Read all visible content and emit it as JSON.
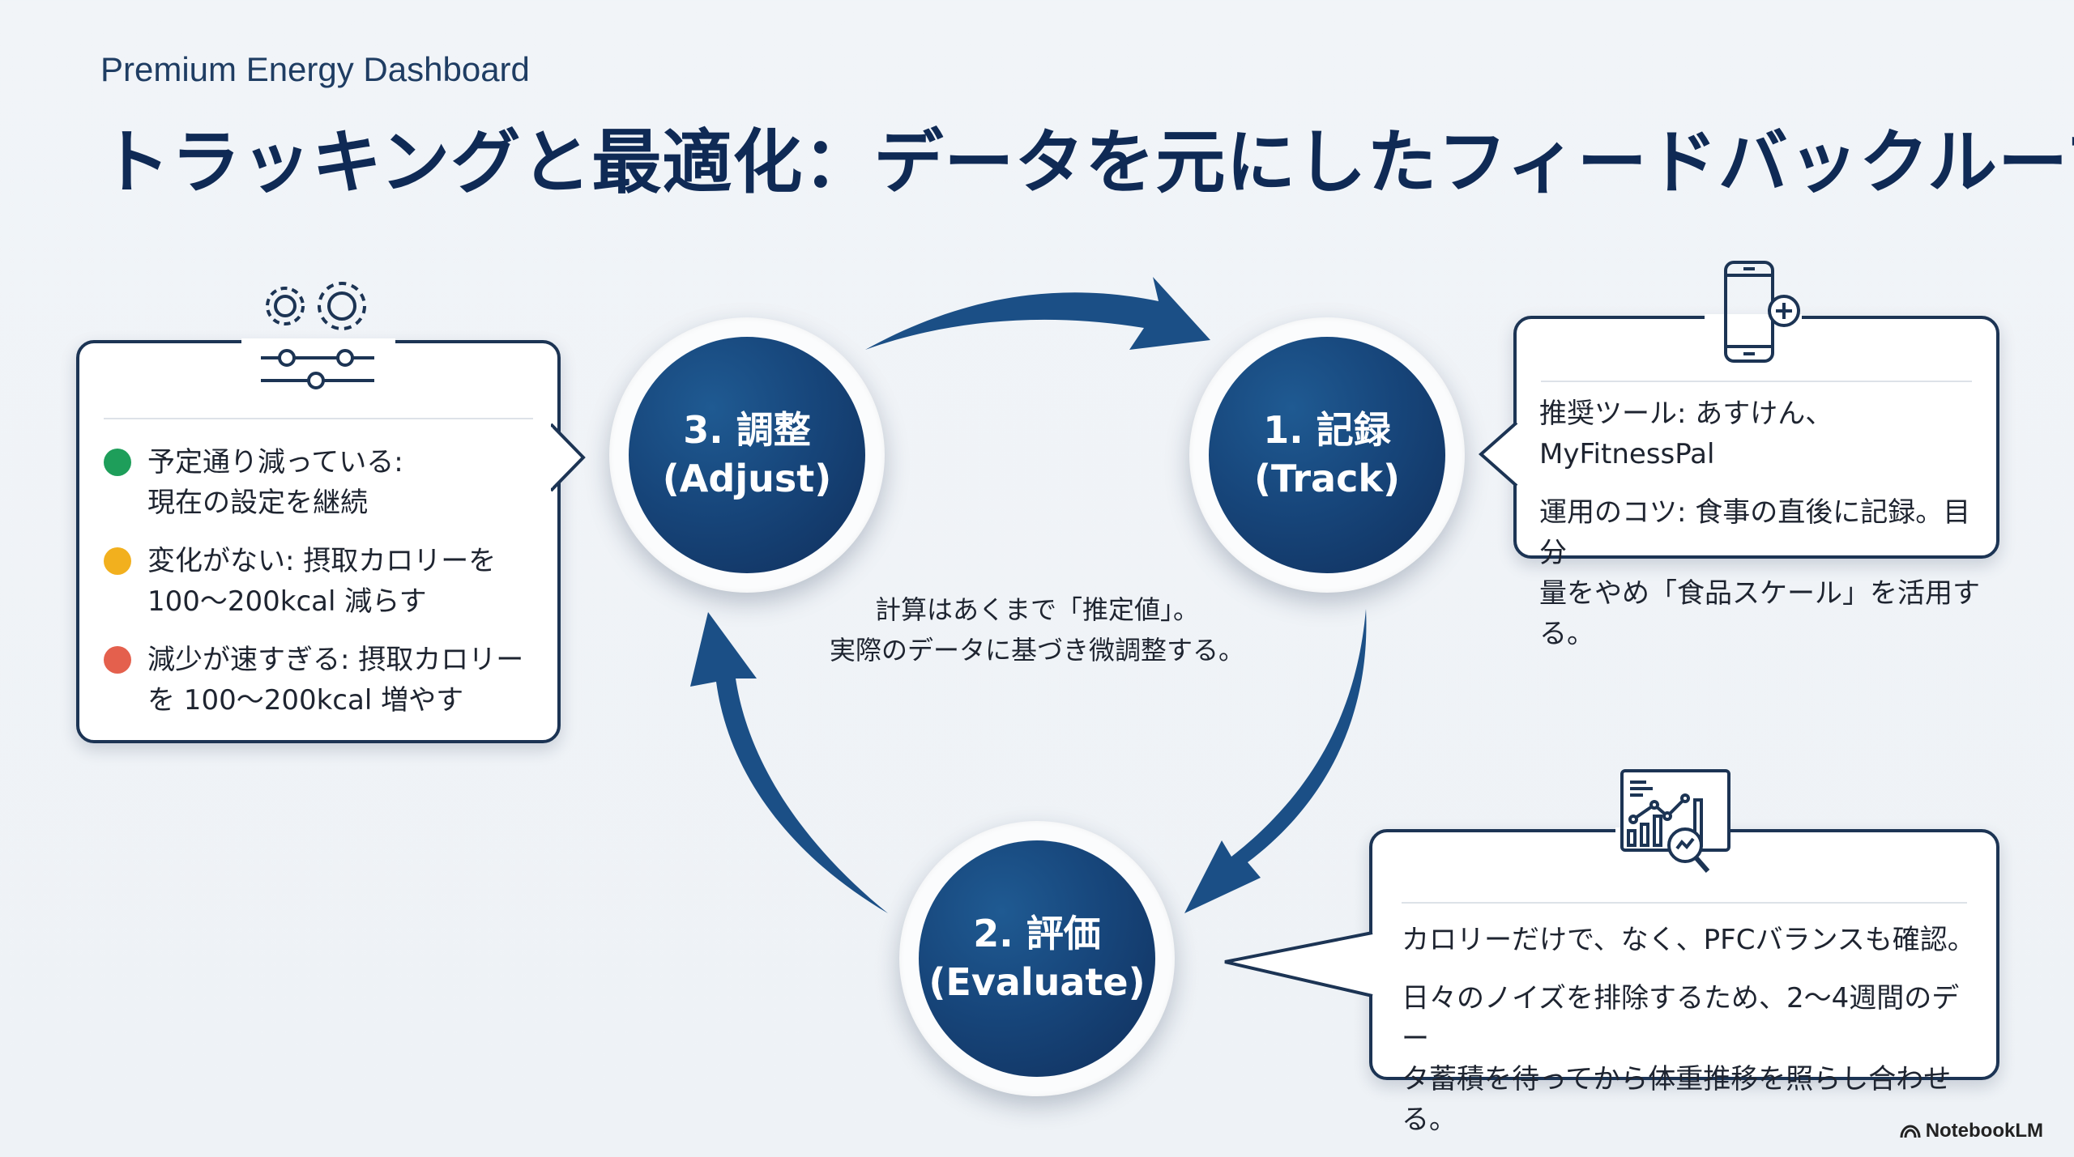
{
  "header": {
    "subtitle": "Premium Energy Dashboard",
    "title": "トラッキングと最適化：データを元にしたフィードバックループ"
  },
  "colors": {
    "title": "#0f2a55",
    "circle": "#17467b",
    "arrow": "#1b4f86",
    "card_border": "#1c3454",
    "status_green": "#1e9e5a",
    "status_yellow": "#f2b01e",
    "status_red": "#e4604d"
  },
  "steps": [
    {
      "id": "track",
      "number_label": "1. 記録",
      "english": "(Track)"
    },
    {
      "id": "evaluate",
      "number_label": "2. 評価",
      "english": "(Evaluate)"
    },
    {
      "id": "adjust",
      "number_label": "3. 調整",
      "english": "(Adjust)"
    }
  ],
  "center_note": {
    "line1": "計算はあくまで「推定値」。",
    "line2": "実際のデータに基づき微調整する。"
  },
  "adjust_card": {
    "icon": "gears-sliders-icon",
    "items": [
      {
        "status": "green",
        "line1": "予定通り減っている:",
        "line2": "現在の設定を継続"
      },
      {
        "status": "yellow",
        "line1": "変化がない: 摂取カロリーを",
        "line2": "100〜200kcal 減らす"
      },
      {
        "status": "red",
        "line1": "減少が速すぎる: 摂取カロリー",
        "line2": "を 100〜200kcal 増やす"
      }
    ]
  },
  "track_card": {
    "icon": "smartphone-plus-icon",
    "line1": "推奨ツール: あすけん、MyFitnessPal",
    "line2": "運用のコツ: 食事の直後に記録。目分",
    "line3": "量をやめ「食品スケール」を活用する。"
  },
  "evaluate_card": {
    "icon": "chart-analysis-icon",
    "line1": "カロリーだけで、なく、PFCバランスも確認。",
    "line2": "日々のノイズを排除するため、2〜4週間のデー",
    "line3": "タ蓄積を待ってから体重推移を照らし合わせる。"
  },
  "footer": {
    "brand": "NotebookLM"
  }
}
